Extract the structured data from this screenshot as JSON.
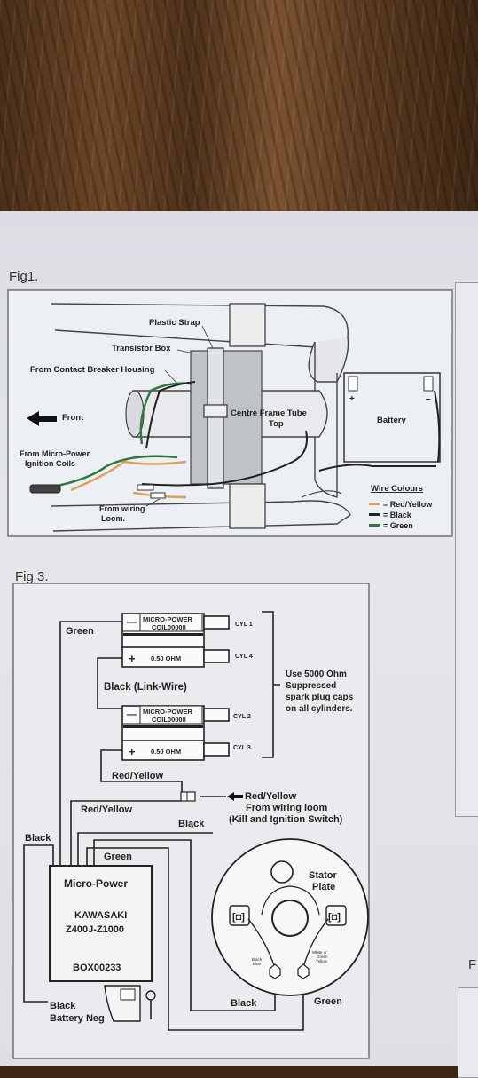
{
  "fig1": {
    "title": "Fig1.",
    "labels": {
      "plastic_strap": "Plastic Strap",
      "transistor_box": "Transistor Box",
      "from_contact_breaker": "From Contact Breaker Housing",
      "front": "Front",
      "from_micro_power": "From Micro-Power",
      "ignition_coils": "Ignition Coils",
      "from_wiring": "From wiring",
      "loom": "Loom.",
      "centre_frame_tube": "Centre Frame Tube",
      "top": "Top",
      "battery": "Battery",
      "plus": "+",
      "minus": "–"
    },
    "wire_colours": {
      "title": "Wire Colours",
      "items": [
        {
          "label": "= Red/Yellow",
          "color": "#d9a05a"
        },
        {
          "label": "= Black",
          "color": "#222222"
        },
        {
          "label": "= Green",
          "color": "#2f7a3a"
        }
      ]
    }
  },
  "fig3": {
    "title": "Fig 3.",
    "coil1": {
      "name": "MICRO-POWER",
      "code": "COIL00008",
      "minus": "—",
      "plus": "+",
      "ohm": "0.50 OHM"
    },
    "coil2": {
      "name": "MICRO-POWER",
      "code": "COIL00008",
      "minus": "—",
      "plus": "+",
      "ohm": "0.50 OHM"
    },
    "cyl": [
      "CYL 1",
      "CYL 4",
      "CYL 2",
      "CYL 3"
    ],
    "note": [
      "Use 5000 Ohm",
      "Suppressed",
      "spark plug caps",
      "on all cylinders."
    ],
    "green_top": "Green",
    "black_link": "Black (Link-Wire)",
    "red_yellow_mid": "Red/Yellow",
    "red_yellow_input": "Red/Yellow",
    "from_wiring_loom": "From wiring loom",
    "kill_ignition": "(Kill and Ignition Switch)",
    "red_yellow_left": "Red/Yellow",
    "black_mid": "Black",
    "black_left": "Black",
    "green_box": "Green",
    "box": {
      "title": "Micro-Power",
      "line1": "KAWASAKI",
      "line2": "Z400J-Z1000",
      "code": "BOX00233"
    },
    "battery_neg": [
      "Black",
      "Battery Neg"
    ],
    "stator": [
      "Stator",
      "Plate"
    ],
    "stator_small_left": [
      "Black",
      "Blue"
    ],
    "stator_small_right": [
      "White or",
      "Green",
      "Yellow"
    ],
    "black_bottom": "Black",
    "green_bottom": "Green"
  },
  "right_page": {
    "letter": "F"
  }
}
